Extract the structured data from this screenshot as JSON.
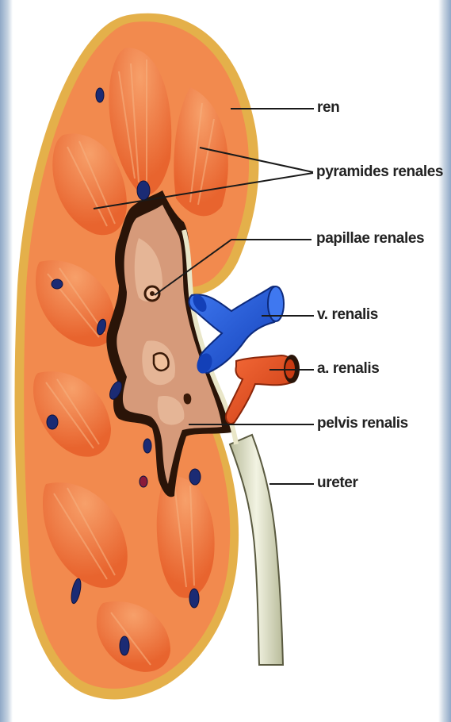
{
  "labels": {
    "ren": "ren",
    "pyramides": "pyramides renales",
    "papillae": "papillae renales",
    "vena": "v. renalis",
    "arteria": "a. renalis",
    "pelvis": "pelvis renalis",
    "ureter": "ureter"
  },
  "colors": {
    "cortex": "#f28a4e",
    "cortex_edge": "#e4b04a",
    "medulla": "#ea6d36",
    "pelvis": "#d69a7a",
    "vein": "#1f56d8",
    "artery": "#ea4a1c",
    "ureter": "#d9dcc2",
    "vessel_spot": "#1b2b74"
  }
}
